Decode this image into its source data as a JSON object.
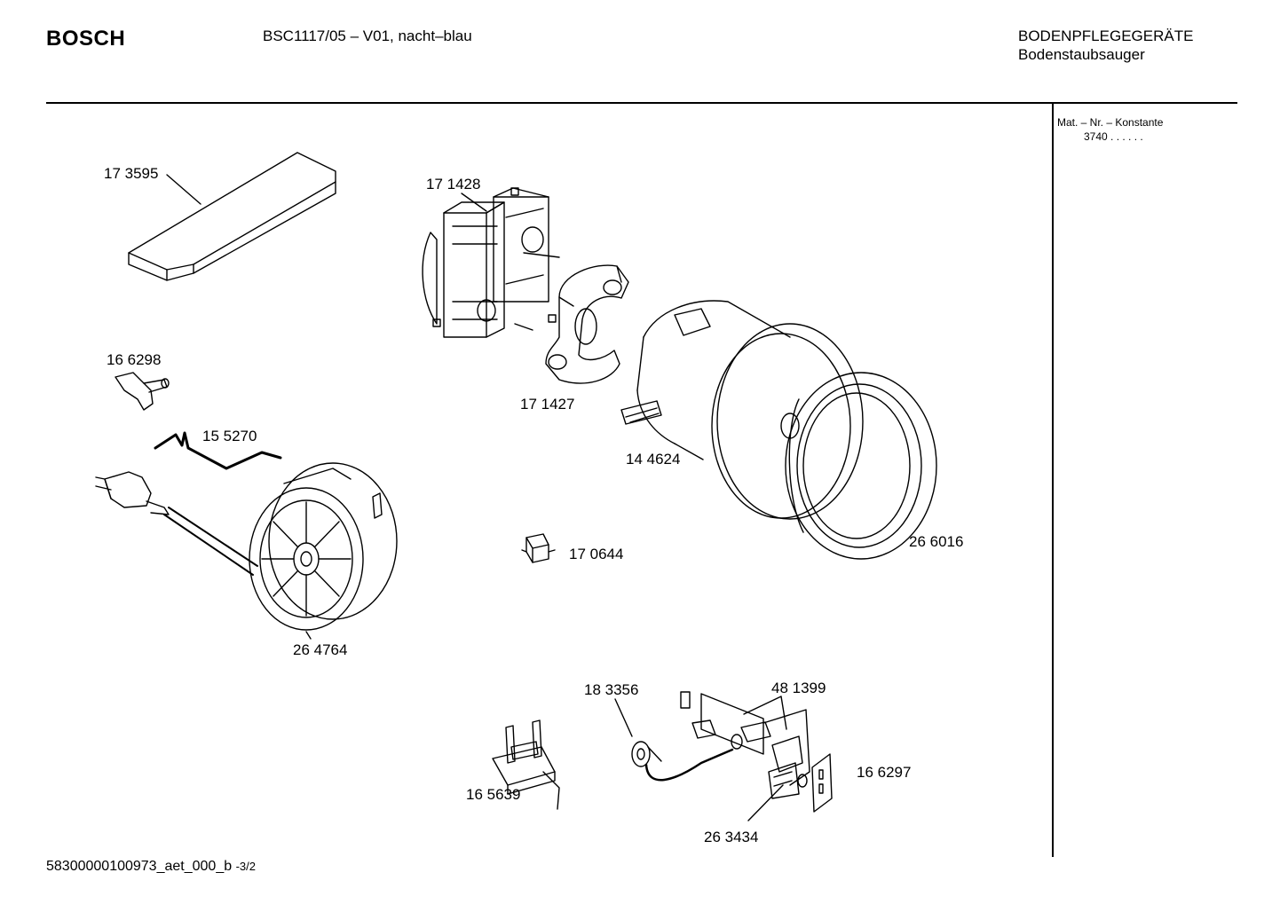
{
  "header": {
    "brand": "BOSCH",
    "model": "BSC1117/05 – V01, nacht–blau",
    "category": "BODENPFLEGEGERÄTE",
    "subcategory": "Bodenstaubsauger"
  },
  "sidebar": {
    "mat_label": "Mat. – Nr. – Konstante",
    "mat_value": "3740 . .  . . . ."
  },
  "footer": {
    "doc_id": "58300000100973_aet_000_b",
    "page": "-3/2"
  },
  "parts": [
    {
      "id": "part-173595",
      "number": "17 3595"
    },
    {
      "id": "part-171428",
      "number": "17 1428"
    },
    {
      "id": "part-166298",
      "number": "16 6298"
    },
    {
      "id": "part-155270",
      "number": "15 5270"
    },
    {
      "id": "part-171427",
      "number": "17 1427"
    },
    {
      "id": "part-144624",
      "number": "14 4624"
    },
    {
      "id": "part-266016",
      "number": "26 6016"
    },
    {
      "id": "part-170644",
      "number": "17 0644"
    },
    {
      "id": "part-264764",
      "number": "26 4764"
    },
    {
      "id": "part-183356",
      "number": "18 3356"
    },
    {
      "id": "part-481399",
      "number": "48 1399"
    },
    {
      "id": "part-165639",
      "number": "16 5639"
    },
    {
      "id": "part-166297",
      "number": "16 6297"
    },
    {
      "id": "part-263434",
      "number": "26 3434"
    }
  ]
}
